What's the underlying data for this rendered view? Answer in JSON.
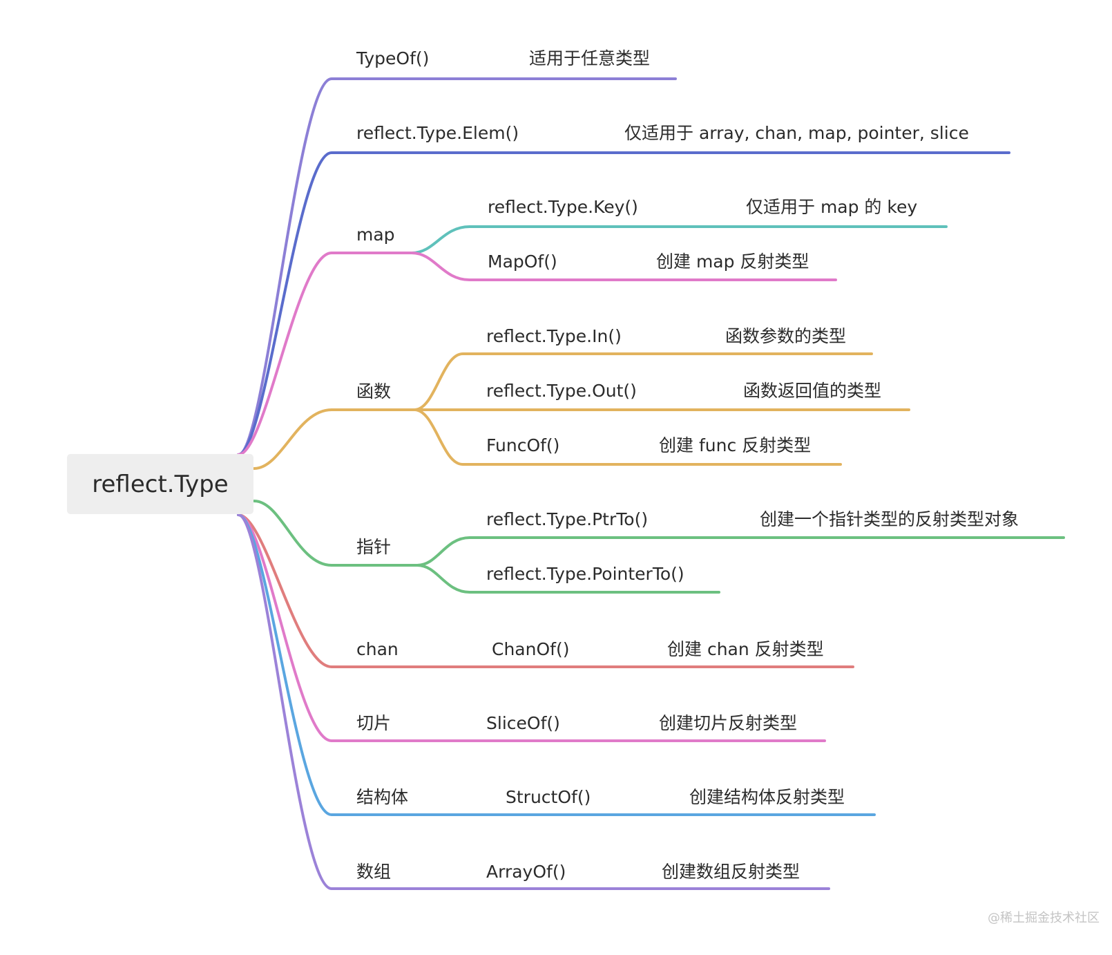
{
  "root": {
    "label": "reflect.Type"
  },
  "colors": {
    "purple": "#8c7fd6",
    "indigo": "#5a6ccc",
    "pink": "#e07ac9",
    "teal": "#5fc1bb",
    "gold": "#e2b35e",
    "green": "#6cc080",
    "red": "#e07d7d",
    "blue": "#5aa6e0",
    "violet": "#9b82d8"
  },
  "branches": [
    {
      "name": "typeof",
      "label": "TypeOf()",
      "color": "purple",
      "children": [
        {
          "label": "适用于任意类型"
        }
      ]
    },
    {
      "name": "elem",
      "label": "reflect.Type.Elem()",
      "color": "indigo",
      "children": [
        {
          "label": "仅适用于 array, chan, map, pointer, slice"
        }
      ]
    },
    {
      "name": "map",
      "label": "map",
      "color": "pink",
      "children": [
        {
          "label": "reflect.Type.Key()",
          "color": "teal",
          "children": [
            {
              "label": "仅适用于 map 的 key"
            }
          ]
        },
        {
          "label": "MapOf()",
          "color": "pink",
          "children": [
            {
              "label": "创建 map 反射类型"
            }
          ]
        }
      ]
    },
    {
      "name": "func",
      "label": "函数",
      "color": "gold",
      "children": [
        {
          "label": "reflect.Type.In()",
          "children": [
            {
              "label": "函数参数的类型"
            }
          ]
        },
        {
          "label": "reflect.Type.Out()",
          "children": [
            {
              "label": "函数返回值的类型"
            }
          ]
        },
        {
          "label": "FuncOf()",
          "children": [
            {
              "label": "创建 func 反射类型"
            }
          ]
        }
      ]
    },
    {
      "name": "pointer",
      "label": "指针",
      "color": "green",
      "children": [
        {
          "label": "reflect.Type.PtrTo()",
          "children": [
            {
              "label": "创建一个指针类型的反射类型对象"
            }
          ]
        },
        {
          "label": "reflect.Type.PointerTo()"
        }
      ]
    },
    {
      "name": "chan",
      "label": "chan",
      "color": "red",
      "children": [
        {
          "label": "ChanOf()",
          "children": [
            {
              "label": "创建 chan 反射类型"
            }
          ]
        }
      ]
    },
    {
      "name": "slice",
      "label": "切片",
      "color": "pink",
      "children": [
        {
          "label": "SliceOf()",
          "children": [
            {
              "label": "创建切片反射类型"
            }
          ]
        }
      ]
    },
    {
      "name": "struct",
      "label": "结构体",
      "color": "blue",
      "children": [
        {
          "label": "StructOf()",
          "children": [
            {
              "label": "创建结构体反射类型"
            }
          ]
        }
      ]
    },
    {
      "name": "array",
      "label": "数组",
      "color": "violet",
      "children": [
        {
          "label": "ArrayOf()",
          "children": [
            {
              "label": "创建数组反射类型"
            }
          ]
        }
      ]
    }
  ],
  "watermark": "@稀土掘金技术社区"
}
